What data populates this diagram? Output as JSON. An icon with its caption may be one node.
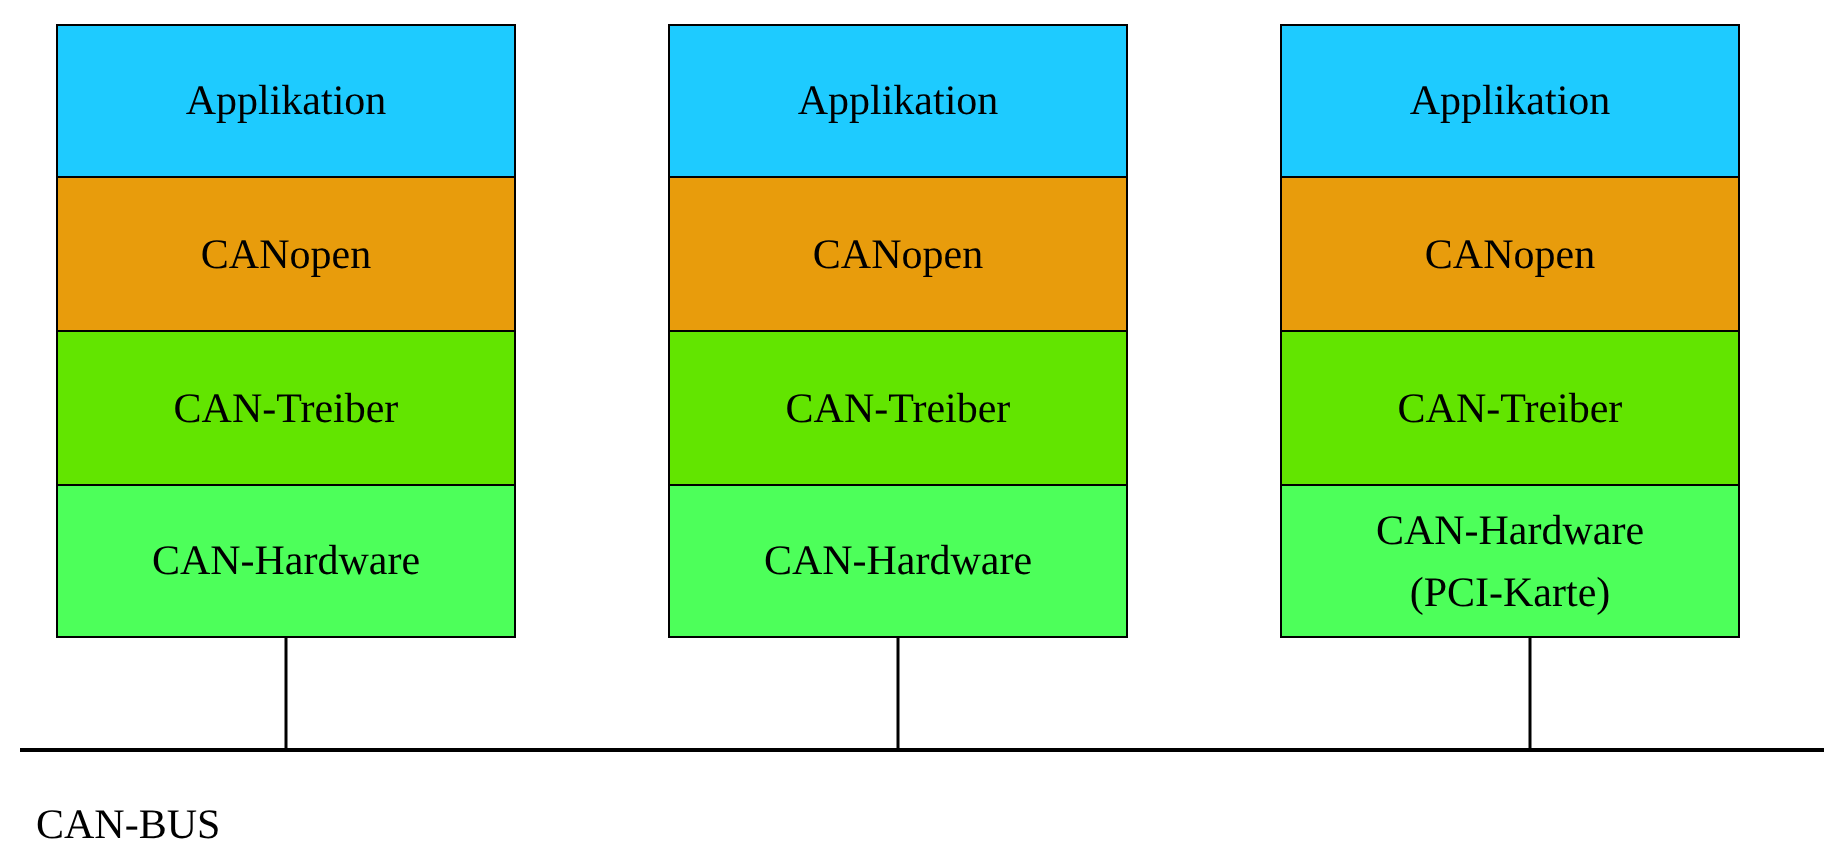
{
  "diagram": {
    "nodes": [
      {
        "text": [
          "Applikation"
        ]
      },
      {
        "text": [
          "CANopen"
        ]
      },
      {
        "text": [
          "CAN-Treiber"
        ]
      },
      {
        "text": [
          "CAN-Hardware"
        ]
      },
      {
        "text": [
          "Applikation"
        ]
      },
      {
        "text": [
          "CANopen"
        ]
      },
      {
        "text": [
          "CAN-Treiber"
        ]
      },
      {
        "text": [
          "CAN-Hardware"
        ]
      },
      {
        "text": [
          "Applikation"
        ]
      },
      {
        "text": [
          "CANopen"
        ]
      },
      {
        "text": [
          "CAN-Treiber"
        ]
      },
      {
        "text": [
          "CAN-Hardware (PCI-Karte)"
        ]
      },
      {
        "text": [
          "CAN-BUS"
        ]
      }
    ],
    "edges": [
      {
        "from": 3,
        "to": 12,
        "arrow": "none"
      },
      {
        "from": 7,
        "to": 12,
        "arrow": "none"
      },
      {
        "from": 11,
        "to": 12,
        "arrow": "none"
      }
    ]
  }
}
